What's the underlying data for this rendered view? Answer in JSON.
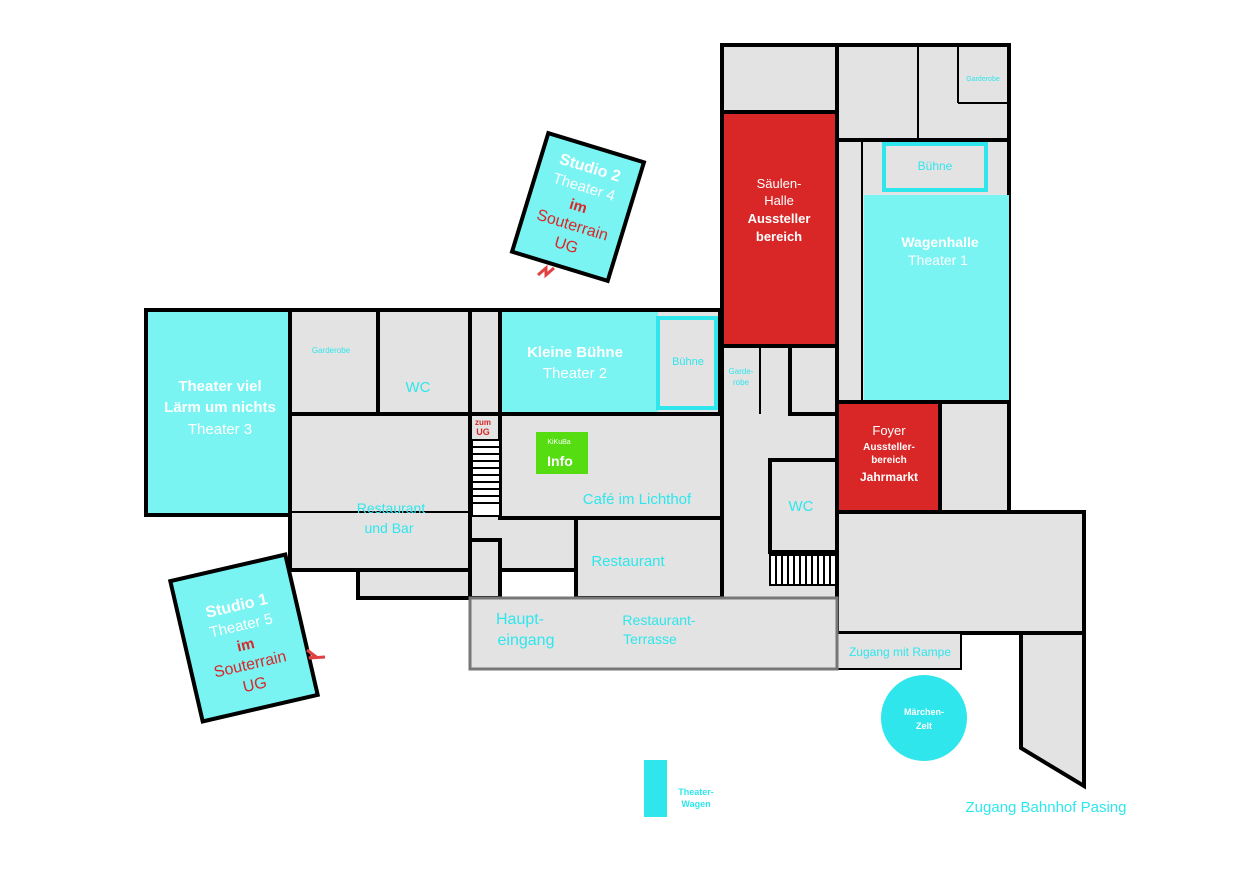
{
  "colors": {
    "room_fill": "#e3e3e3",
    "stage_cyan": "#7af3f3",
    "label_cyan": "#2fe6ec",
    "exhibitor_red": "#d92626",
    "info_green": "#55dd11"
  },
  "map": {
    "studio2": {
      "title": "Studio 2",
      "sub": "Theater 4",
      "level_a": "im",
      "level_b": "Souterrain",
      "level_c": "UG"
    },
    "studio1": {
      "title": "Studio 1",
      "sub": "Theater 5",
      "level_a": "im",
      "level_b": "Souterrain",
      "level_c": "UG"
    },
    "theater3": {
      "line1": "Theater viel",
      "line2": "Lärm um nichts",
      "sub": "Theater 3"
    },
    "garderobe_left": "Garderobe",
    "wc_upper": "WC",
    "kleine_buehne": {
      "title": "Kleine Bühne",
      "sub": "Theater 2"
    },
    "buehne_small": "Bühne",
    "garderobe_mid": {
      "a": "Garde-",
      "b": "robe"
    },
    "saeulenhalle": {
      "a": "Säulen-",
      "b": "Halle",
      "c": "Aussteller",
      "d": "bereich"
    },
    "garderobe_top": "Garderobe",
    "buehne_top": "Bühne",
    "wagenhalle": {
      "title": "Wagenhalle",
      "sub": "Theater 1"
    },
    "zum_ug": {
      "a": "zum",
      "b": "UG"
    },
    "info": {
      "small": "KiKuBa",
      "big": "Info"
    },
    "cafe": "Café im Lichthof",
    "restaurant_bar": {
      "a": "Restaurant",
      "b": "und Bar"
    },
    "restaurant": "Restaurant",
    "wc_lower": "WC",
    "foyer": {
      "a": "Foyer",
      "b": "Aussteller-",
      "c": "bereich",
      "d": "Jahrmarkt"
    },
    "haupteingang": {
      "a": "Haupt-",
      "b": "eingang"
    },
    "terrasse": {
      "a": "Restaurant-",
      "b": "Terrasse"
    },
    "zugang_rampe": "Zugang mit Rampe",
    "maerchenzelt": {
      "a": "Märchen-",
      "b": "Zelt"
    },
    "theaterwagen": {
      "a": "Theater-",
      "b": "Wagen"
    },
    "zugang_bahnhof": "Zugang Bahnhof Pasing"
  }
}
